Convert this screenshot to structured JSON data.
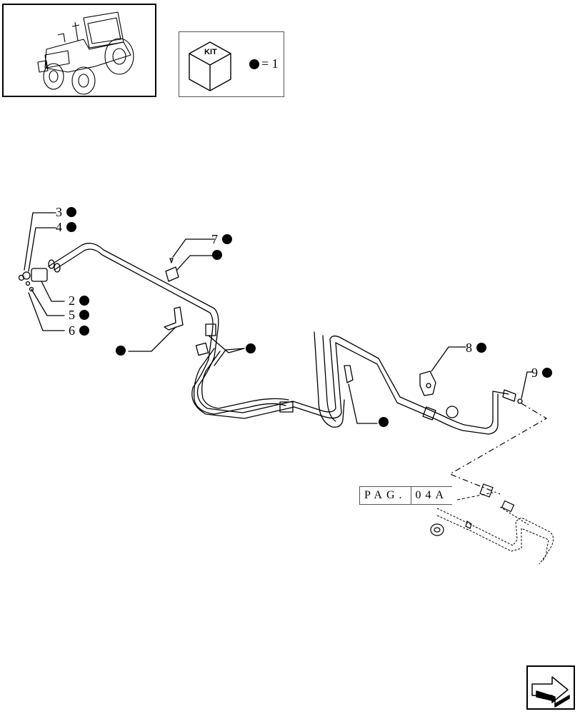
{
  "kit_box": {
    "label": "KIT",
    "quantity": "= 1"
  },
  "callouts": [
    {
      "number": "3"
    },
    {
      "number": "4"
    },
    {
      "number": "2"
    },
    {
      "number": "5"
    },
    {
      "number": "6"
    },
    {
      "number": "7"
    },
    {
      "number": "8"
    },
    {
      "number": "9"
    }
  ],
  "page_reference": {
    "prefix": "PAG.",
    "page": "04A"
  },
  "nav": {
    "icon": "next-page-arrow-icon"
  }
}
